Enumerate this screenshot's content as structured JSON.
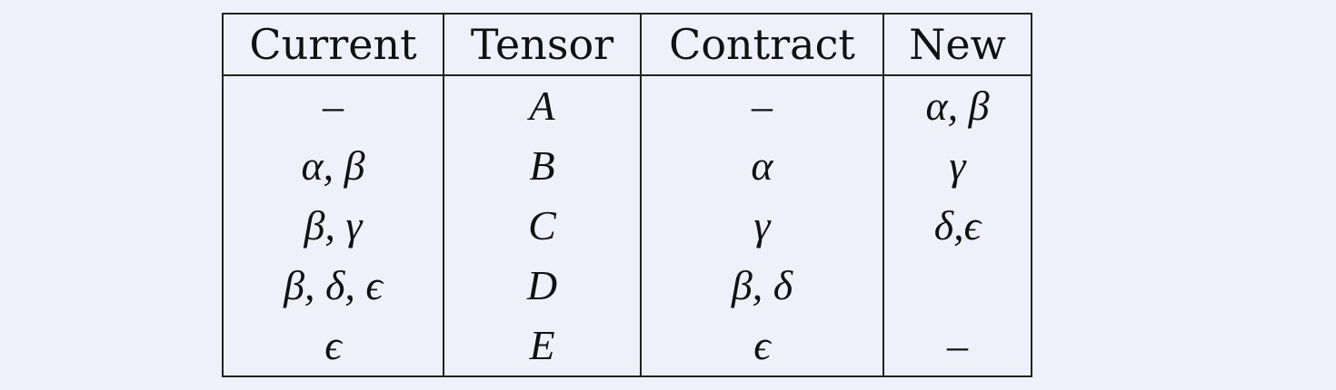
{
  "table": {
    "headers": [
      "Current",
      "Tensor",
      "Contract",
      "New"
    ],
    "rows": [
      [
        "–",
        "A",
        "–",
        "α, β"
      ],
      [
        "α, β",
        "B",
        "α",
        "γ"
      ],
      [
        "β, γ",
        "C",
        "γ",
        "δ,ϵ"
      ],
      [
        "β, δ, ϵ",
        "D",
        "β, δ",
        ""
      ],
      [
        "ϵ",
        "E",
        "ϵ",
        "–"
      ]
    ]
  }
}
